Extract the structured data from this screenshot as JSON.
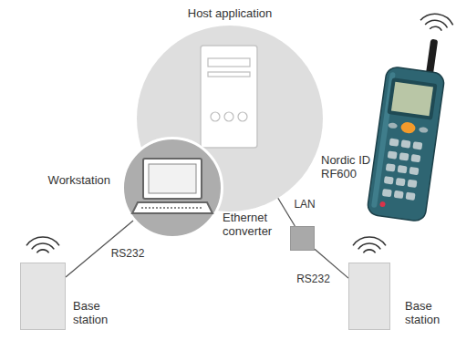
{
  "diagram": {
    "nodes": [
      {
        "text": [
          "Host application"
        ]
      },
      {
        "text": [
          "Workstation"
        ]
      },
      {
        "text": [
          "Base station"
        ]
      },
      {
        "text": [
          "Ethernet converter"
        ]
      },
      {
        "text": [
          "Base station"
        ]
      }
    ],
    "edges": [
      {
        "from": 1,
        "to": 2,
        "arrow": "none",
        "label": "RS232"
      },
      {
        "from": 0,
        "to": 3,
        "arrow": "none",
        "label": "LAN"
      },
      {
        "from": 3,
        "to": 4,
        "arrow": "none",
        "label": "RS232"
      }
    ],
    "labels": [
      "Nordic ID RF600"
    ]
  }
}
